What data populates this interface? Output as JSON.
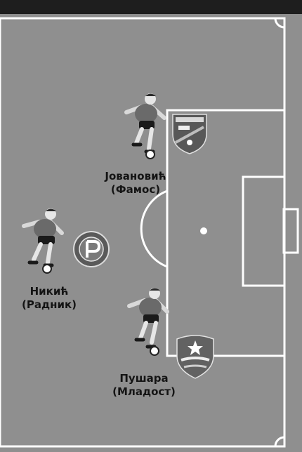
{
  "players": [
    {
      "id": "jovanovic",
      "name": "Јовановић",
      "club": "(Фамос)"
    },
    {
      "id": "nikic",
      "name": "Никић",
      "club": "(Радник)"
    },
    {
      "id": "pushara",
      "name": "Пушара",
      "club": "(Младост)"
    }
  ],
  "colors": {
    "background": "#8f8f8f",
    "topbar": "#1e1e1e",
    "lines": "#ffffff",
    "text": "#141414"
  }
}
